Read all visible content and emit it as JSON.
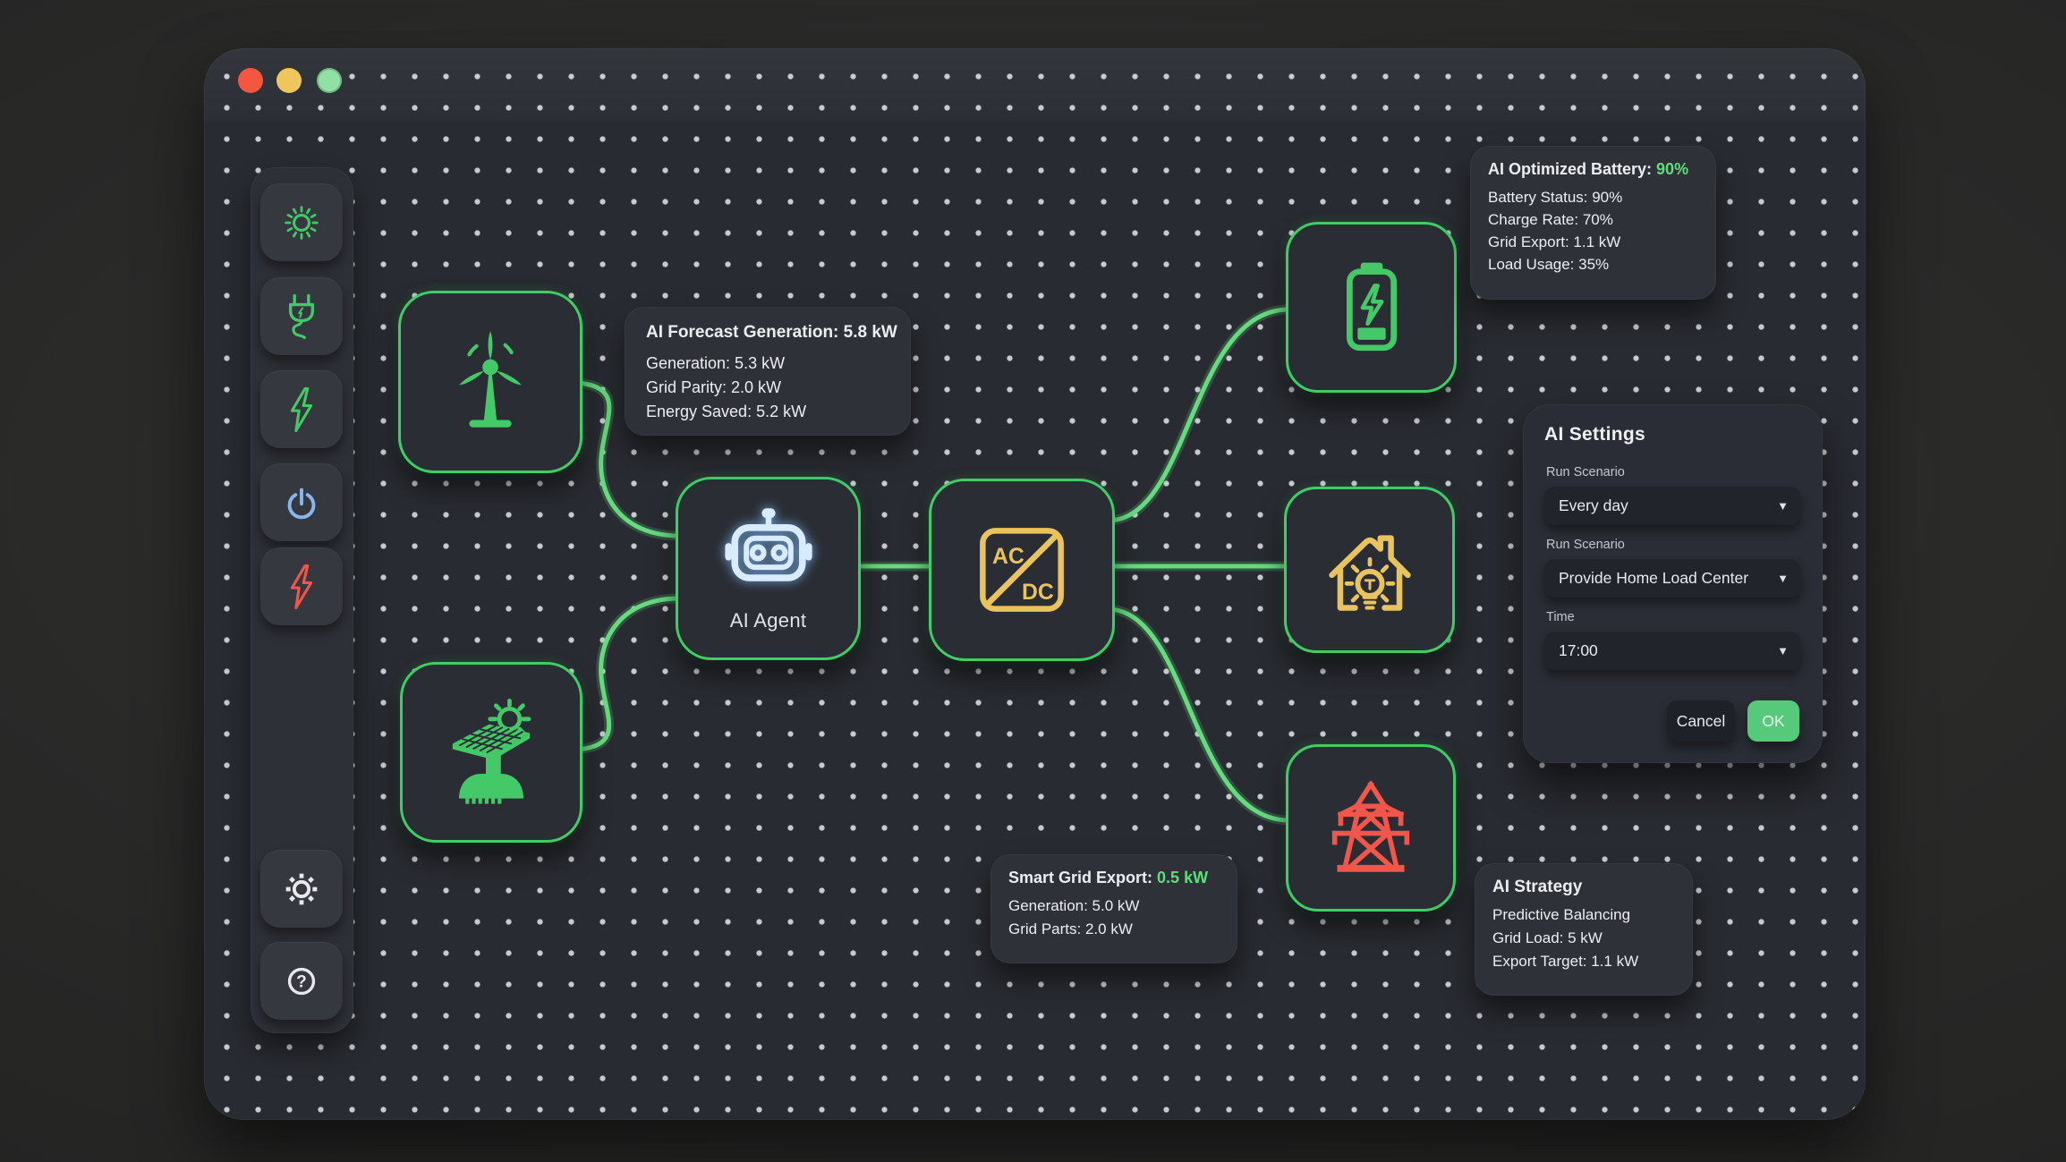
{
  "colors": {
    "accent_green": "#3ecd66",
    "wire_green": "#66da7e",
    "value_green": "#5ede7b",
    "inverter_yellow": "#e9c45d",
    "grid_red": "#f2564a",
    "power_blue": "#87b6ee",
    "robot_blue": "#d9ecff",
    "ok_button_green": "#57c97a",
    "traffic_lights": [
      "#f4573f",
      "#eec65b",
      "#93dfa6"
    ]
  },
  "glyphs": {
    "dropdown": "▼",
    "help": "?"
  },
  "sidebar": {
    "icons": [
      "sun",
      "plug",
      "bolt-green",
      "power",
      "bolt-red"
    ],
    "footer_icons": [
      "gear",
      "help"
    ]
  },
  "nodes": {
    "wind": {
      "icon": "wind-turbine"
    },
    "solar": {
      "icon": "solar-panel"
    },
    "agent": {
      "icon": "robot",
      "label": "AI Agent"
    },
    "inverter": {
      "icon": "ac-dc-converter",
      "label_top": "AC",
      "label_bottom": "DC"
    },
    "battery": {
      "icon": "battery-charging"
    },
    "home": {
      "icon": "home-bulb"
    },
    "grid": {
      "icon": "transmission-tower"
    }
  },
  "tooltips": {
    "forecast": {
      "title": "AI Forecast Generation: 5.8 kW",
      "lines": [
        "Generation: 5.3 kW",
        "Grid Parity: 2.0 kW",
        "Energy Saved: 5.2 kW"
      ]
    },
    "battery": {
      "title_label": "AI Optimized Battery:",
      "title_value": "90%",
      "lines": [
        "Battery Status: 90%",
        "Charge Rate: 70%",
        "Grid Export: 1.1 kW",
        "Load Usage: 35%"
      ]
    },
    "smart_grid": {
      "title_label": "Smart Grid Export:",
      "title_value": "0.5 kW",
      "lines": [
        "Generation: 5.0 kW",
        "Grid Parts: 2.0 kW"
      ]
    },
    "strategy": {
      "title": "AI Strategy",
      "lines": [
        "Predictive Balancing",
        "Grid Load: 5 kW",
        "Export Target: 1.1 kW"
      ]
    }
  },
  "settings": {
    "title": "AI Settings",
    "fields": [
      {
        "label": "Run Scenario",
        "value": "Every day"
      },
      {
        "label": "Run Scenario",
        "value": "Provide Home Load Center"
      },
      {
        "label": "Time",
        "value": "17:00"
      }
    ],
    "cancel_label": "Cancel",
    "ok_label": "OK"
  }
}
